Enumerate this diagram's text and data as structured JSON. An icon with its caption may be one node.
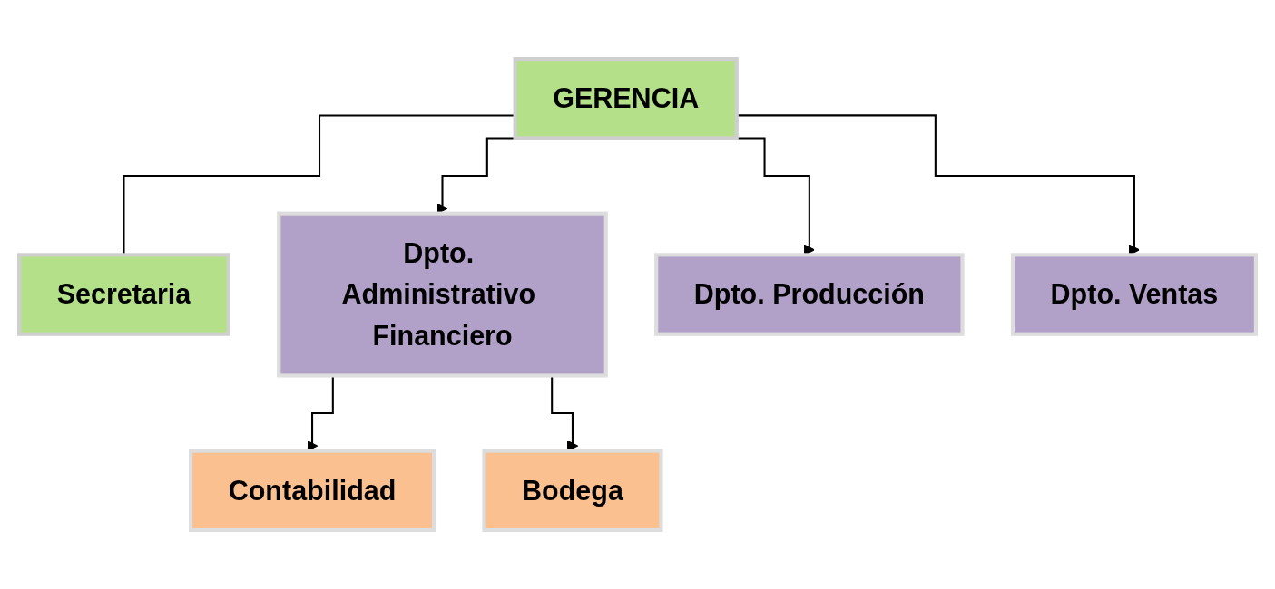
{
  "diagram": {
    "nodes": [
      {
        "text": [
          "GERENCIA"
        ]
      },
      {
        "text": [
          "Secretaria"
        ]
      },
      {
        "text": [
          "Dpto. Administrativo Financiero"
        ]
      },
      {
        "text": [
          "Dpto. Producción"
        ]
      },
      {
        "text": [
          "Dpto. Ventas"
        ]
      },
      {
        "text": [
          "Contabilidad"
        ]
      },
      {
        "text": [
          "Bodega"
        ]
      }
    ],
    "edges": [
      {
        "from": 0,
        "to": 1,
        "arrow": "none"
      },
      {
        "from": 0,
        "to": 2,
        "arrow": "to"
      },
      {
        "from": 0,
        "to": 3,
        "arrow": "to"
      },
      {
        "from": 0,
        "to": 4,
        "arrow": "to"
      },
      {
        "from": 2,
        "to": 5,
        "arrow": "to"
      },
      {
        "from": 2,
        "to": 6,
        "arrow": "to"
      }
    ]
  }
}
